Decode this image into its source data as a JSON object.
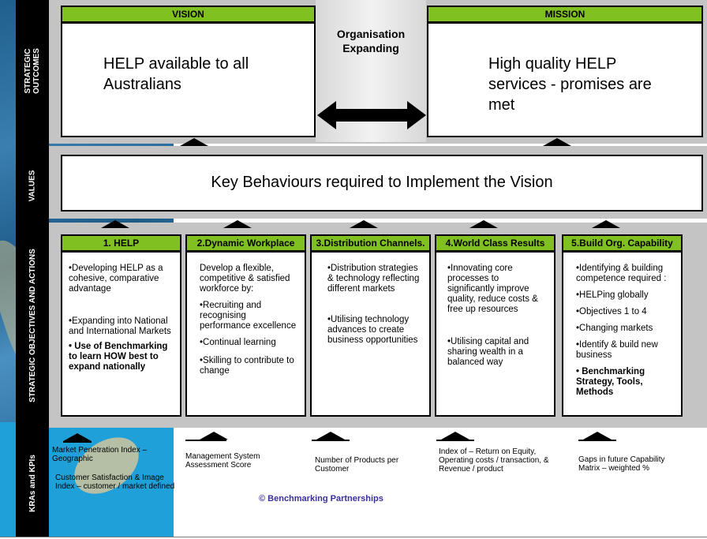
{
  "sidebar": {
    "outcomes": "STRATEGIC OUTCOMES",
    "values": "VALUES",
    "objectives": "STRATEGIC OBJECTIVES AND ACTIONS",
    "kras": "KRAs and KPIs"
  },
  "vision": {
    "title": "VISION",
    "text": "HELP available to all Australians"
  },
  "mission": {
    "title": "MISSION",
    "text": "High quality HELP services - promises are met"
  },
  "center": {
    "text": "Organisation Expanding"
  },
  "values": {
    "text": "Key Behaviours required to Implement the Vision"
  },
  "objectives": [
    {
      "title": "1. HELP",
      "items": [
        "•Developing HELP as a cohesive, comparative advantage",
        "•Expanding into National and International Markets"
      ],
      "bold": "• Use of Benchmarking to learn HOW best to expand nationally"
    },
    {
      "title": "2.Dynamic Workplace",
      "items": [
        "Develop a flexible, competitive & satisfied workforce by:",
        "•Recruiting and recognising performance excellence",
        "•Continual learning",
        "•Skilling to contribute to change"
      ],
      "bold": ""
    },
    {
      "title": "3.Distribution Channels.",
      "items": [
        "•Distribution strategies & technology reflecting different markets",
        "•Utilising technology advances to create business opportunities"
      ],
      "bold": ""
    },
    {
      "title": "4.World Class Results",
      "items": [
        "•Innovating core processes to significantly improve quality, reduce costs & free up resources",
        "•Utilising capital and sharing wealth in a balanced way"
      ],
      "bold": ""
    },
    {
      "title": "5.Build Org. Capability",
      "items": [
        "•Identifying & building competence required :",
        "•HELPing globally",
        "•Objectives 1 to 4",
        "•Changing markets",
        "•Identify & build new business"
      ],
      "bold": "• Benchmarking Strategy, Tools, Methods"
    }
  ],
  "kpis": [
    "Market Penetration Index – Geographic",
    "Customer Satisfaction & Image Index – customer / market defined",
    "Management System Assessment Score",
    "Number of Products per Customer",
    "Index of – Return on Equity, Operating costs / transaction, & Revenue / product",
    "Gaps in future Capability Matrix – weighted %"
  ],
  "copyright": "© Benchmarking Partnerships",
  "colors": {
    "header_green": "#80c020",
    "panel_grey": "#c4c4c4",
    "copyright": "#3b2f9c"
  }
}
